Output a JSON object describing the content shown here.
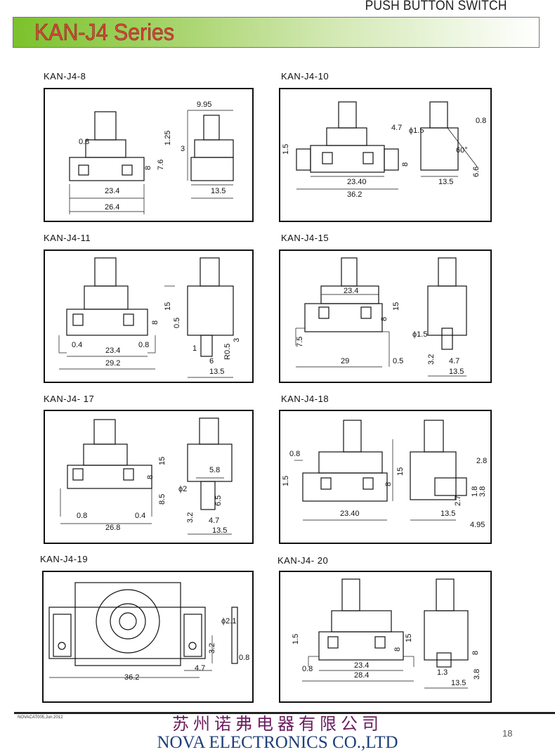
{
  "header": {
    "category": "PUSH BUTTON SWITCH",
    "series_title": "KAN-J4 Series",
    "accent": "#7cc22c",
    "title_color": "#e0443c"
  },
  "diagrams": [
    {
      "model": "KAN-J4-8",
      "dims": [
        "9.95",
        "0.8",
        "1.25",
        "3",
        "7.6",
        "8",
        "23.4",
        "26.4",
        "13.5"
      ]
    },
    {
      "model": "KAN-J4-10",
      "dims": [
        "4.7",
        "ϕ1.5",
        "0.8",
        "60°",
        "6.6",
        "1.5",
        "8",
        "23.40",
        "36.2",
        "13.5"
      ]
    },
    {
      "model": "KAN-J4-11",
      "dims": [
        "15",
        "8",
        "0.5",
        "0.4",
        "23.4",
        "0.8",
        "29.2",
        "3",
        "1",
        "R0.5",
        "6",
        "13.5"
      ]
    },
    {
      "model": "KAN-J4-15",
      "dims": [
        "23.4",
        "15",
        "8",
        "ϕ1.5",
        "7.5",
        "29",
        "0.5",
        "3.2",
        "4.7",
        "13.5"
      ]
    },
    {
      "model": "KAN-J4- 17",
      "dims": [
        "15",
        "8",
        "ϕ2",
        "5.8",
        "6.5",
        "8.5",
        "0.8",
        "26.8",
        "0.4",
        "3.2",
        "4.7",
        "13.5"
      ]
    },
    {
      "model": "KAN-J4-18",
      "dims": [
        "0.8",
        "1.5",
        "8",
        "15",
        "23.40",
        "13.5",
        "2.8",
        "2.7",
        "1.8",
        "3.8",
        "4.95"
      ]
    },
    {
      "model": "KAN-J4-19",
      "dims": [
        "ϕ2.1",
        "3.2",
        "0.8",
        "4.7",
        "36.2"
      ]
    },
    {
      "model": "KAN-J4- 20",
      "dims": [
        "15",
        "8",
        "1.5",
        "23.4",
        "0.8",
        "28.4",
        "8",
        "1.3",
        "3.8",
        "13.5"
      ]
    }
  ],
  "footer": {
    "catalog_no": "NOVACAT005,Jun.2012",
    "company_cn": "苏州诺弗电器有限公司",
    "company_en": "NOVA ELECTRONICS CO.,LTD",
    "page_number": "18"
  }
}
